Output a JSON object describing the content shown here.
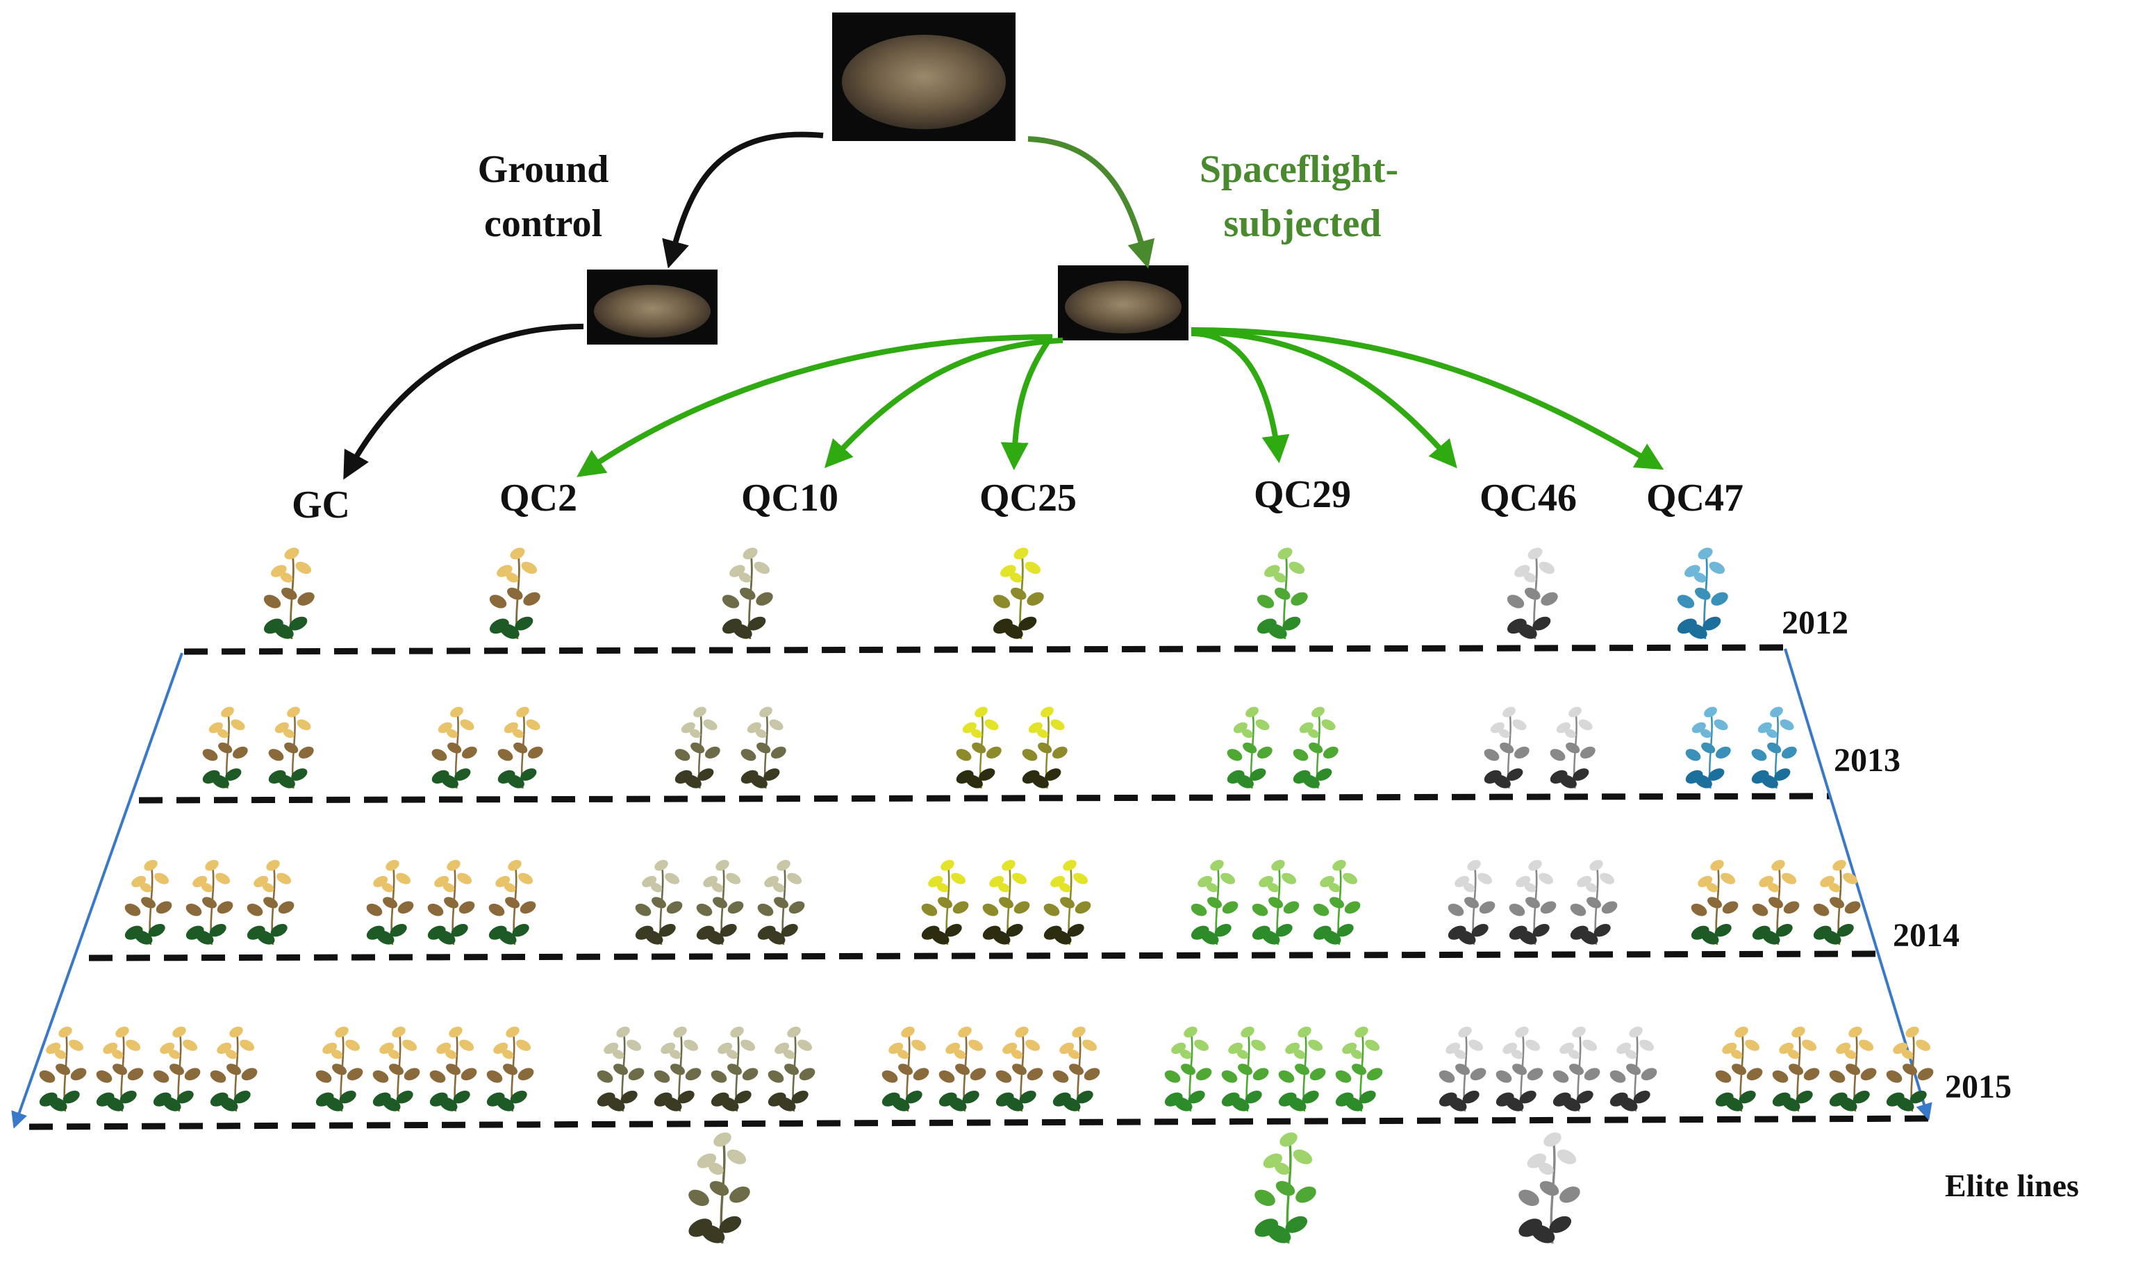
{
  "branches": {
    "ground": {
      "line1": "Ground",
      "line2": "control"
    },
    "space": {
      "line1": "Spaceflight-",
      "line2": "subjected"
    }
  },
  "lines": [
    "GC",
    "QC2",
    "QC10",
    "QC25",
    "QC29",
    "QC46",
    "QC47"
  ],
  "years": [
    "2012",
    "2013",
    "2014",
    "2015"
  ],
  "elite_label": "Elite lines",
  "colors": {
    "ground_arrow": "#111111",
    "space_arrow_top": "#4a8a2e",
    "space_arrow": "#2faa10",
    "boundary": "#3a78c9",
    "dashed": "#111111",
    "seed_box": "#0a0a0a",
    "space_label": "#4a8a2e"
  },
  "plant_colors": {
    "GC": {
      "top": "#e8c36a",
      "leaf": "#1e5a25",
      "mid": "#8a6a3a"
    },
    "QC2": {
      "top": "#e8c36a",
      "leaf": "#1e5a25",
      "mid": "#8a6a3a"
    },
    "QC10": {
      "top": "#c9c6a8",
      "leaf": "#3b3a22",
      "mid": "#6e6b48"
    },
    "QC25": {
      "top": "#e3e32a",
      "leaf": "#2c2c10",
      "mid": "#8c8a2a"
    },
    "QC29": {
      "top": "#9ed46a",
      "leaf": "#2d8b2a",
      "mid": "#4ea833"
    },
    "QC46": {
      "top": "#d8d8d8",
      "leaf": "#303030",
      "mid": "#888888"
    },
    "QC47": {
      "top": "#6fb7d8",
      "leaf": "#1b6f9a",
      "mid": "#3a90b8"
    }
  },
  "rows": [
    {
      "year": "2012",
      "lines": [
        "GC",
        "QC2",
        "QC10",
        "QC25",
        "QC29",
        "QC46",
        "QC47"
      ],
      "counts": [
        1,
        1,
        1,
        1,
        1,
        1,
        1
      ]
    },
    {
      "year": "2013",
      "lines": [
        "GC",
        "QC2",
        "QC10",
        "QC25",
        "QC29",
        "QC46",
        "QC47"
      ],
      "counts": [
        2,
        2,
        2,
        2,
        2,
        2,
        2
      ]
    },
    {
      "year": "2014",
      "lines": [
        "GC",
        "QC2",
        "QC10",
        "QC25",
        "QC29",
        "QC46",
        "GC"
      ],
      "counts": [
        3,
        3,
        3,
        3,
        3,
        3,
        3
      ]
    },
    {
      "year": "2015",
      "lines": [
        "GC",
        "GC",
        "QC10",
        "GC",
        "QC29",
        "QC46",
        "GC"
      ],
      "counts": [
        4,
        4,
        4,
        4,
        4,
        4,
        4
      ]
    }
  ],
  "elite_lines": [
    "QC10",
    "QC29",
    "QC46"
  ]
}
